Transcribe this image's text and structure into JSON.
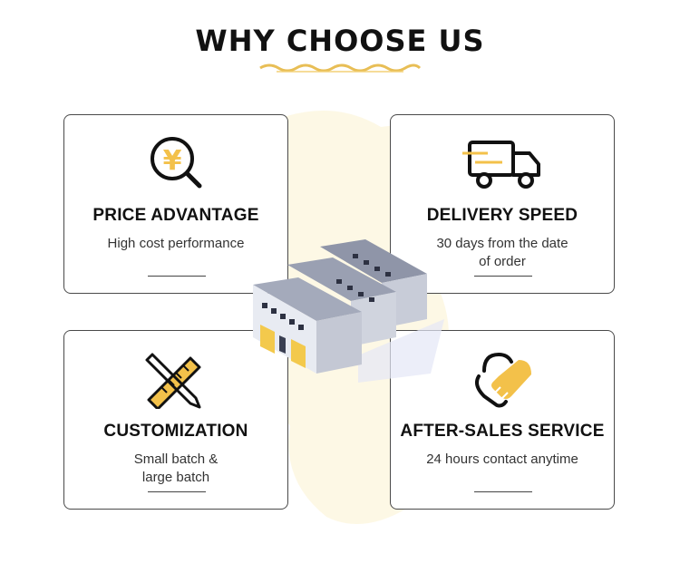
{
  "header": {
    "title": "WHY CHOOSE US"
  },
  "colors": {
    "accent": "#f3d176",
    "ink": "#111111",
    "border": "#4a4a4a"
  },
  "cards": [
    {
      "icon": "yen-magnifier-icon",
      "heading": "PRICE ADVANTAGE",
      "description": "High cost performance"
    },
    {
      "icon": "delivery-truck-icon",
      "heading": "DELIVERY SPEED",
      "description": "30 days from the date\nof order"
    },
    {
      "icon": "pencil-ruler-icon",
      "heading": "CUSTOMIZATION",
      "description": "Small batch &\nlarge batch"
    },
    {
      "icon": "handshake-icon",
      "heading": "AFTER-SALES SERVICE",
      "description": "24 hours contact anytime"
    }
  ],
  "center_image": "factory-warehouse-illustration"
}
